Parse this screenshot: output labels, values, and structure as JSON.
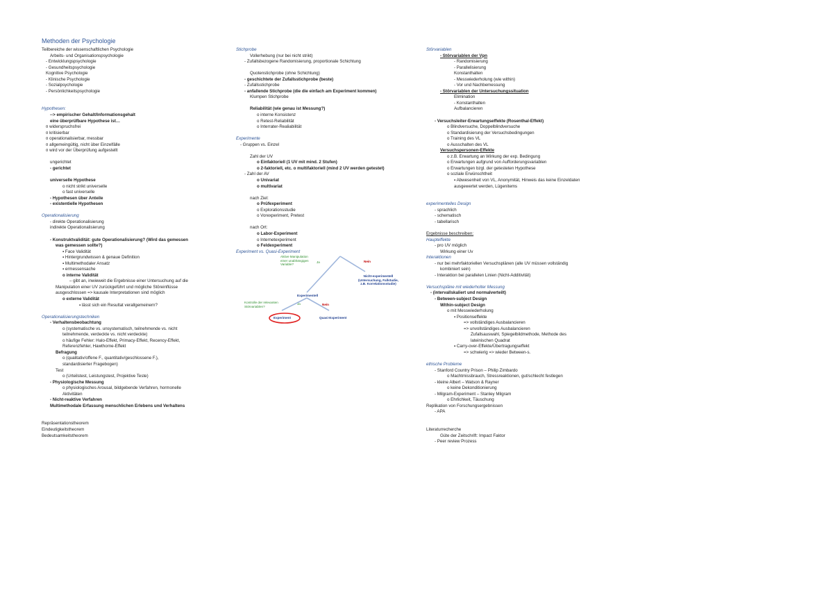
{
  "title": "Methoden der Psychologie",
  "col1": [
    {
      "t": "Teilbereiche der wissenschaftlichen Psychologie",
      "c": ""
    },
    {
      "t": "Arbeits- und Organisationspsychologie",
      "c": "i2"
    },
    {
      "t": "- Entwicklungspsychologie",
      "c": "i1"
    },
    {
      "t": "- Gesundheitspsychologie",
      "c": "i1"
    },
    {
      "t": "Kognitive Psychologie",
      "c": "i1"
    },
    {
      "t": "- Klinische Psychologie",
      "c": "i1"
    },
    {
      "t": "- Sozialpsychologie",
      "c": "i1"
    },
    {
      "t": "- Persönlichkeitspsychologie",
      "c": "i1"
    },
    {
      "t": "",
      "c": "gap"
    },
    {
      "t": "",
      "c": "gap"
    },
    {
      "t": "Hypothesen:",
      "c": "h"
    },
    {
      "t": "--> empirischer Gehalt/Informationsgehalt",
      "c": "i2 b"
    },
    {
      "t": "eine überprüfbare Hypothese ist…",
      "c": "i2 b"
    },
    {
      "t": "¤ widerspruchsfrei",
      "c": "i1"
    },
    {
      "t": "¤ kritisierbar",
      "c": "i1"
    },
    {
      "t": "¤ operationalisierbar, messbar",
      "c": "i1"
    },
    {
      "t": "¤ allgemeingültig, nicht über Einzelfälle",
      "c": "i1"
    },
    {
      "t": "¤ wird vor der Überprüfung aufgestellt",
      "c": "i1"
    },
    {
      "t": "",
      "c": "gap"
    },
    {
      "t": "ungerichtet",
      "c": "i2"
    },
    {
      "t": "- gerichtet",
      "c": "i2 b"
    },
    {
      "t": "",
      "c": "gap"
    },
    {
      "t": "universelle Hypothese",
      "c": "i2 b"
    },
    {
      "t": "o nicht strikt universelle",
      "c": "i4"
    },
    {
      "t": "o fast universelle",
      "c": "i4"
    },
    {
      "t": "- Hypothesen über Anteile",
      "c": "i2 b"
    },
    {
      "t": "- existentielle Hypothesen",
      "c": "i2 b"
    },
    {
      "t": "",
      "c": "gap"
    },
    {
      "t": "Operationalisierung",
      "c": "h"
    },
    {
      "t": "- direkte Operationalisierung",
      "c": "i2"
    },
    {
      "t": "indirekte Operationalisierung",
      "c": "i2"
    },
    {
      "t": "",
      "c": "gap"
    },
    {
      "t": "- Konstruktvalidität: gute Operationalisierung? (Wird das gemessen",
      "c": "i2 b"
    },
    {
      "t": "was gemessen sollte?)",
      "c": "i3 b"
    },
    {
      "t": "▪ Face Validität",
      "c": "i4"
    },
    {
      "t": "▪ Hintergrundwissen & genaue Definition",
      "c": "i4"
    },
    {
      "t": "▪ Multimethodaler Ansatz",
      "c": "i4"
    },
    {
      "t": "▪ ermessensache",
      "c": "i4"
    },
    {
      "t": "o interne Validität",
      "c": "i4 b"
    },
    {
      "t": "– gibt an, inwieweit die Ergebnisse einer Untersuchung auf die",
      "c": "i5"
    },
    {
      "t": "Manipulation einer UV zurückgeführt und mögliche Störeinflüsse",
      "c": "i3"
    },
    {
      "t": "ausgeschlossen => kausale Interpretationen sind möglich",
      "c": "i3"
    },
    {
      "t": "o externe Validität",
      "c": "i4 b"
    },
    {
      "t": "▪ lässt sich ein Resultat verallgemeinern?",
      "c": "i6"
    },
    {
      "t": "",
      "c": "gap"
    },
    {
      "t": "Operationalisierungstechniken",
      "c": "h"
    },
    {
      "t": "- Verhaltensbeobachtung",
      "c": "i2 b"
    },
    {
      "t": "o (systematische vs. unsystematisch, teilnehmende vs. nicht",
      "c": "i4"
    },
    {
      "t": "teilnehmende, verdeckte vs. nicht verdeckte)",
      "c": "i4"
    },
    {
      "t": "o häufige Fehler: Halo-Effekt, Primacy-Effekt, Recency-Effekt,",
      "c": "i4"
    },
    {
      "t": "Referenzfehler, Hawthorne-Effekt",
      "c": "i4"
    },
    {
      "t": "Befragung",
      "c": "i3 b"
    },
    {
      "t": "o (qualitativ/offene F., quantitativ/geschlossene F.),",
      "c": "i4"
    },
    {
      "t": "standardisierter Fragebogen)",
      "c": "i4"
    },
    {
      "t": "Test",
      "c": "i3"
    },
    {
      "t": "o (Urteilstest, Leistungstest, Projektive Teste)",
      "c": "i4"
    },
    {
      "t": "- Physiologische Messung",
      "c": "i2 b"
    },
    {
      "t": "o physiologisches Arousal, bildgebende Verfahren, hormonelle",
      "c": "i4"
    },
    {
      "t": "Aktivitäten",
      "c": "i4"
    },
    {
      "t": "- Nicht-reaktive Verfahren",
      "c": "i2 b"
    },
    {
      "t": "Multimethodale Erfassung menschlichen Erlebens und Verhaltens",
      "c": "i2 b"
    },
    {
      "t": "",
      "c": "gap"
    },
    {
      "t": "",
      "c": "gap"
    },
    {
      "t": "Repräsentationstheorem",
      "c": ""
    },
    {
      "t": "Eindeutigkeitstheorem",
      "c": ""
    },
    {
      "t": "Bedeutsamkeitstheorem",
      "c": ""
    }
  ],
  "col2a": [
    {
      "t": "Stichprobe",
      "c": "h"
    },
    {
      "t": "Vollerhebung (nur bei nicht strikt)",
      "c": "i3"
    },
    {
      "t": "- Zufallsbezogene Randomisierung, proportionale Schichtung",
      "c": "i2"
    },
    {
      "t": "",
      "c": "gap"
    },
    {
      "t": "Quotenstichprobe (ohne Schichtung)",
      "c": "i3"
    },
    {
      "t": "- geschichtete der Zufallsstichprobe (beste)",
      "c": "i2 b"
    },
    {
      "t": "- Zufallsstichprobe",
      "c": "i2"
    },
    {
      "t": "- anfallende Stichprobe (die die einfach am Experiment kommen)",
      "c": "i2 b"
    },
    {
      "t": "Klumpen Stichprobe",
      "c": "i3"
    },
    {
      "t": "",
      "c": "gap"
    },
    {
      "t": "Reliabilität (wie genau ist Messung?)",
      "c": "i3 b"
    },
    {
      "t": "o interne Konsistenz",
      "c": "i4"
    },
    {
      "t": "o Retest-Reliabilität",
      "c": "i4"
    },
    {
      "t": "o Interrater-Realiabilität",
      "c": "i4"
    },
    {
      "t": "",
      "c": "gap"
    },
    {
      "t": "Experimente",
      "c": "h"
    },
    {
      "t": "- Gruppen vs. Einzel",
      "c": "i1"
    },
    {
      "t": "",
      "c": "gap"
    },
    {
      "t": "Zahl der UV",
      "c": "i3"
    },
    {
      "t": "o Einfaktoriell (1 UV mit mind. 2 Stufen)",
      "c": "i4 b"
    },
    {
      "t": "o 2-faktoriell, etc.  o multifaktoriell (mind 2 UV werden getestet)",
      "c": "i4 b"
    },
    {
      "t": "- Zahl der AV",
      "c": "i2"
    },
    {
      "t": "o Univariat",
      "c": "i4 b"
    },
    {
      "t": "o multivariat",
      "c": "i4 b"
    },
    {
      "t": "",
      "c": "gap"
    },
    {
      "t": "nach Ziel:",
      "c": "i3"
    },
    {
      "t": "o Prüfexperiment",
      "c": "i4 b"
    },
    {
      "t": "o Explorationsstudie",
      "c": "i4"
    },
    {
      "t": "o Vorexperiment, Pretest",
      "c": "i4"
    },
    {
      "t": "",
      "c": "gap"
    },
    {
      "t": "nach Ort:",
      "c": "i3"
    },
    {
      "t": "o Labor-Experiment",
      "c": "i4 b"
    },
    {
      "t": "o Internetexperiment",
      "c": "i4"
    },
    {
      "t": "o Feldexperiment",
      "c": "i4 b"
    },
    {
      "t": "Experiment vs. Quasi-Experiment",
      "c": "h"
    }
  ],
  "diagram": {
    "aktive": "Aktive Manipulation",
    "aktive2": "einer unabhängigen",
    "aktive3": "Variable?",
    "ja1": "Ja",
    "nein1": "Nein",
    "nicht_exp": "Nicht-experimentell",
    "nicht_exp2": "(Untersuchung, Fallstudie,",
    "nicht_exp3": "z.B. Korrelationsstudie)",
    "exp": "Experimentell",
    "kontrolle": "Kontrolle der relevanten",
    "kontrolle2": "Störvariablen?",
    "ja2": "Ja",
    "nein2": "Nein",
    "experiment": "Experiment",
    "quasi": "Quasi-Experiment"
  },
  "col3": [
    {
      "t": "Störvariablen",
      "c": "h"
    },
    {
      "t": "- Störvariablen der Vpn",
      "c": "i3 bu"
    },
    {
      "t": "- Randomisierung",
      "c": "i5"
    },
    {
      "t": "- Parallelisierung",
      "c": "i5"
    },
    {
      "t": "Konstanthalten",
      "c": "i5"
    },
    {
      "t": "- Messwiederholung (wie within)",
      "c": "i5"
    },
    {
      "t": "- Vor und Nachbemessung",
      "c": "i5"
    },
    {
      "t": "- Störvariablen der Untersuchungssituation",
      "c": "i3 bu"
    },
    {
      "t": "Elimination",
      "c": "i5"
    },
    {
      "t": "- Konstanthalten",
      "c": "i5"
    },
    {
      "t": "Aufbalancieren",
      "c": "i5"
    },
    {
      "t": "",
      "c": "gap"
    },
    {
      "t": "- Versuchsleiter-Erwartungseffekte (Rosenthal-Effekt)",
      "c": "i2 b"
    },
    {
      "t": "o Blindversuche, Doppelblindversuche",
      "c": "i4"
    },
    {
      "t": "o Standardisierung der Versuchsbedingungen",
      "c": "i4"
    },
    {
      "t": "o Training des VL",
      "c": "i4"
    },
    {
      "t": "o Ausschalten des VL",
      "c": "i4"
    },
    {
      "t": "Versuchspersonen-Effekte",
      "c": "i3 bu"
    },
    {
      "t": "o z.B. Erwartung an Wirkung der exp. Bedingung",
      "c": "i4"
    },
    {
      "t": "o Erwartungen aufgrund von Aufforderungsvariablen",
      "c": "i4"
    },
    {
      "t": "o Erwartungen bzgl. der getesteten Hypothese",
      "c": "i4"
    },
    {
      "t": "o soziale Erwünschtheit",
      "c": "i4"
    },
    {
      "t": "▪ Abwesenheit von VL, Anonymität, Hinweis das keine Einzeldaten",
      "c": "i5"
    },
    {
      "t": "ausgewertet werden, Lügenitems",
      "c": "i5"
    },
    {
      "t": "",
      "c": "gap"
    },
    {
      "t": "",
      "c": "gap"
    },
    {
      "t": "experimentelles Design",
      "c": "h"
    },
    {
      "t": "- sprachlich",
      "c": "i2"
    },
    {
      "t": "- schematisch",
      "c": "i2"
    },
    {
      "t": "- tabellarisch",
      "c": "i2"
    },
    {
      "t": "",
      "c": "gap"
    },
    {
      "t": "Ergebnisse beschreiben:",
      "c": "u"
    },
    {
      "t": "Haupteffekte",
      "c": "h"
    },
    {
      "t": "- pro UV möglich",
      "c": "i2"
    },
    {
      "t": "Wirkung einer Uv",
      "c": "i3"
    },
    {
      "t": "Interaktionen",
      "c": "h"
    },
    {
      "t": "- nur bei mehrfaktoriellen Versuchsplänen (alle UV müssen vollständig",
      "c": "i2"
    },
    {
      "t": "kombiniert sein)",
      "c": "i3"
    },
    {
      "t": "- Interaktion bei parallelen Linien (Nicht-Additivität)",
      "c": "i2"
    },
    {
      "t": "",
      "c": "gap"
    },
    {
      "t": "Versuchspläne mit wiederholter Messung",
      "c": "h"
    },
    {
      "t": "- (intervallskaliert und normalverteilt)",
      "c": "i1 b"
    },
    {
      "t": "- Between-subject Design",
      "c": "i2 b"
    },
    {
      "t": "Within-subject Design",
      "c": "i3 b"
    },
    {
      "t": "o mit Messwiederholung",
      "c": "i4"
    },
    {
      "t": "▪ Positionseffekte",
      "c": "i5"
    },
    {
      "t": "=> vollständiges Ausbalancieren",
      "c": "i6"
    },
    {
      "t": "=> unvollständiges Ausbalancieren",
      "c": "i6"
    },
    {
      "t": "Zufallsauswahl, Spiegelbildmethode, Methode des",
      "c": "i7"
    },
    {
      "t": "lateinischen Quadrat",
      "c": "i7"
    },
    {
      "t": "▪ Carry-over-Effekte/Übertragungseffekt",
      "c": "i5"
    },
    {
      "t": "=> schwierig => wieder Between-s.",
      "c": "i6"
    },
    {
      "t": "",
      "c": "gap"
    },
    {
      "t": "ethische Probleme",
      "c": "h"
    },
    {
      "t": "- Stanford Country Prison – Philip Zimbardo",
      "c": "i2"
    },
    {
      "t": "o Machtmissbrauch, Stressreaktionen, gut/schlecht festlegen",
      "c": "i4"
    },
    {
      "t": "- kleine Albert – Watson & Rayner",
      "c": "i2"
    },
    {
      "t": "o keine Dekonditionierung",
      "c": "i4"
    },
    {
      "t": "- Milgram-Experiment – Stanley Milgram",
      "c": "i2"
    },
    {
      "t": "o Ehrlichkeit, Täuschung",
      "c": "i4"
    },
    {
      "t": "Replikation von Forschungsergebnissen",
      "c": ""
    },
    {
      "t": "- APA",
      "c": "i2"
    },
    {
      "t": "",
      "c": "gap"
    },
    {
      "t": "",
      "c": "gap"
    },
    {
      "t": "Literaturrecherche",
      "c": ""
    },
    {
      "t": "Güte der Zeitschrift: Impact Faktor",
      "c": "i3"
    },
    {
      "t": "- Peer review Prozess",
      "c": "i2"
    }
  ]
}
